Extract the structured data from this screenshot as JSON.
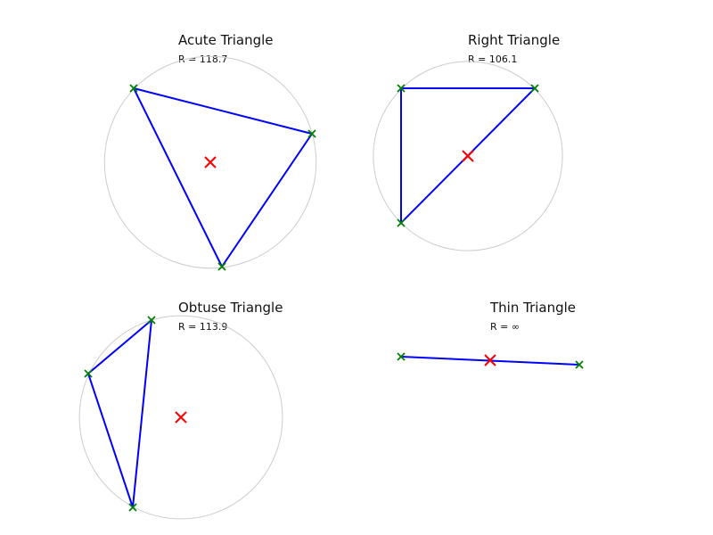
{
  "colors": {
    "edge": "#0000ff",
    "vertex_marker": "#008000",
    "center_marker": "#ff0000",
    "circumcircle": "#cccccc"
  },
  "panels": [
    {
      "title": "Acute Triangle",
      "r_label": "R = 118.7",
      "has_circle": true
    },
    {
      "title": "Right Triangle",
      "r_label": "R = 106.1",
      "has_circle": true
    },
    {
      "title": "Obtuse Triangle",
      "r_label": "R = 113.9",
      "has_circle": true
    },
    {
      "title": "Thin Triangle",
      "r_label": "R = ∞",
      "has_circle": false
    }
  ]
}
